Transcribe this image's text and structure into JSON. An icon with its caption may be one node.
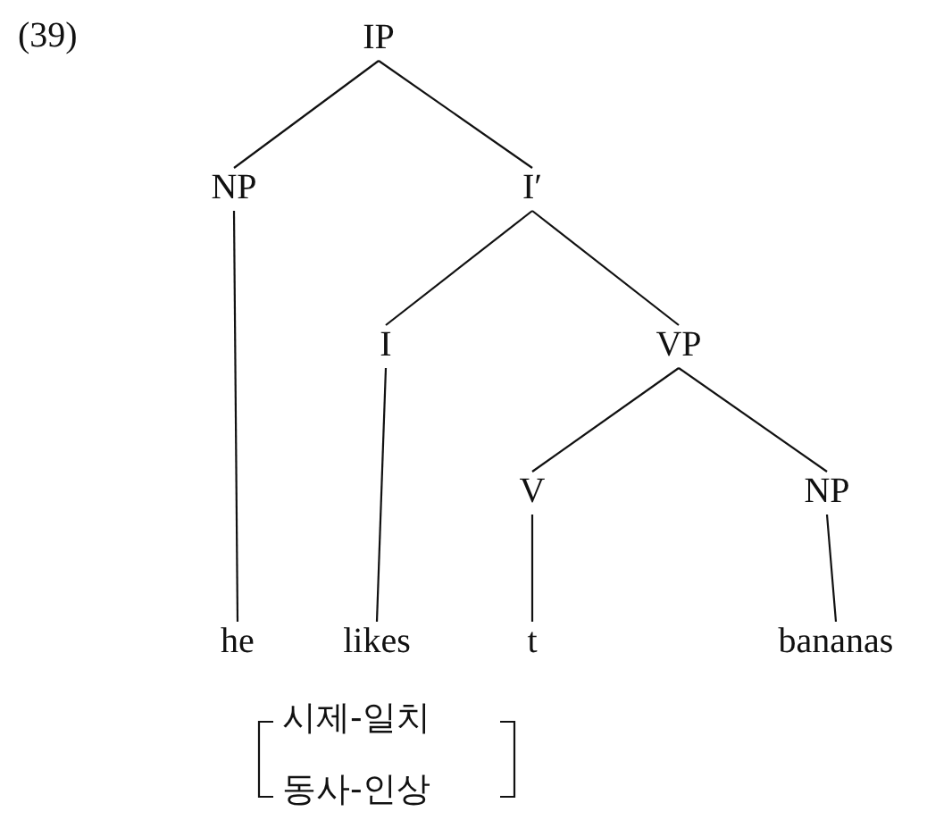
{
  "diagram": {
    "nodes": [
      {
        "text": [
          "IP"
        ]
      },
      {
        "text": [
          "NP"
        ]
      },
      {
        "text": [
          "I′"
        ]
      },
      {
        "text": [
          "I"
        ]
      },
      {
        "text": [
          "VP"
        ]
      },
      {
        "text": [
          "V"
        ]
      },
      {
        "text": [
          "NP"
        ]
      },
      {
        "text": [
          "he"
        ]
      },
      {
        "text": [
          "likes"
        ]
      },
      {
        "text": [
          "t"
        ]
      },
      {
        "text": [
          "bananas"
        ]
      }
    ],
    "edges": [
      {
        "from": 0,
        "to": 1,
        "arrow": "none"
      },
      {
        "from": 0,
        "to": 2,
        "arrow": "none"
      },
      {
        "from": 2,
        "to": 3,
        "arrow": "none"
      },
      {
        "from": 2,
        "to": 4,
        "arrow": "none"
      },
      {
        "from": 4,
        "to": 5,
        "arrow": "none"
      },
      {
        "from": 4,
        "to": 6,
        "arrow": "none"
      },
      {
        "from": 1,
        "to": 7,
        "arrow": "none"
      },
      {
        "from": 3,
        "to": 8,
        "arrow": "none"
      },
      {
        "from": 5,
        "to": 9,
        "arrow": "none"
      },
      {
        "from": 6,
        "to": 10,
        "arrow": "none"
      }
    ],
    "labels": [
      "(39)",
      "시제-일치",
      "동사-인상"
    ]
  }
}
